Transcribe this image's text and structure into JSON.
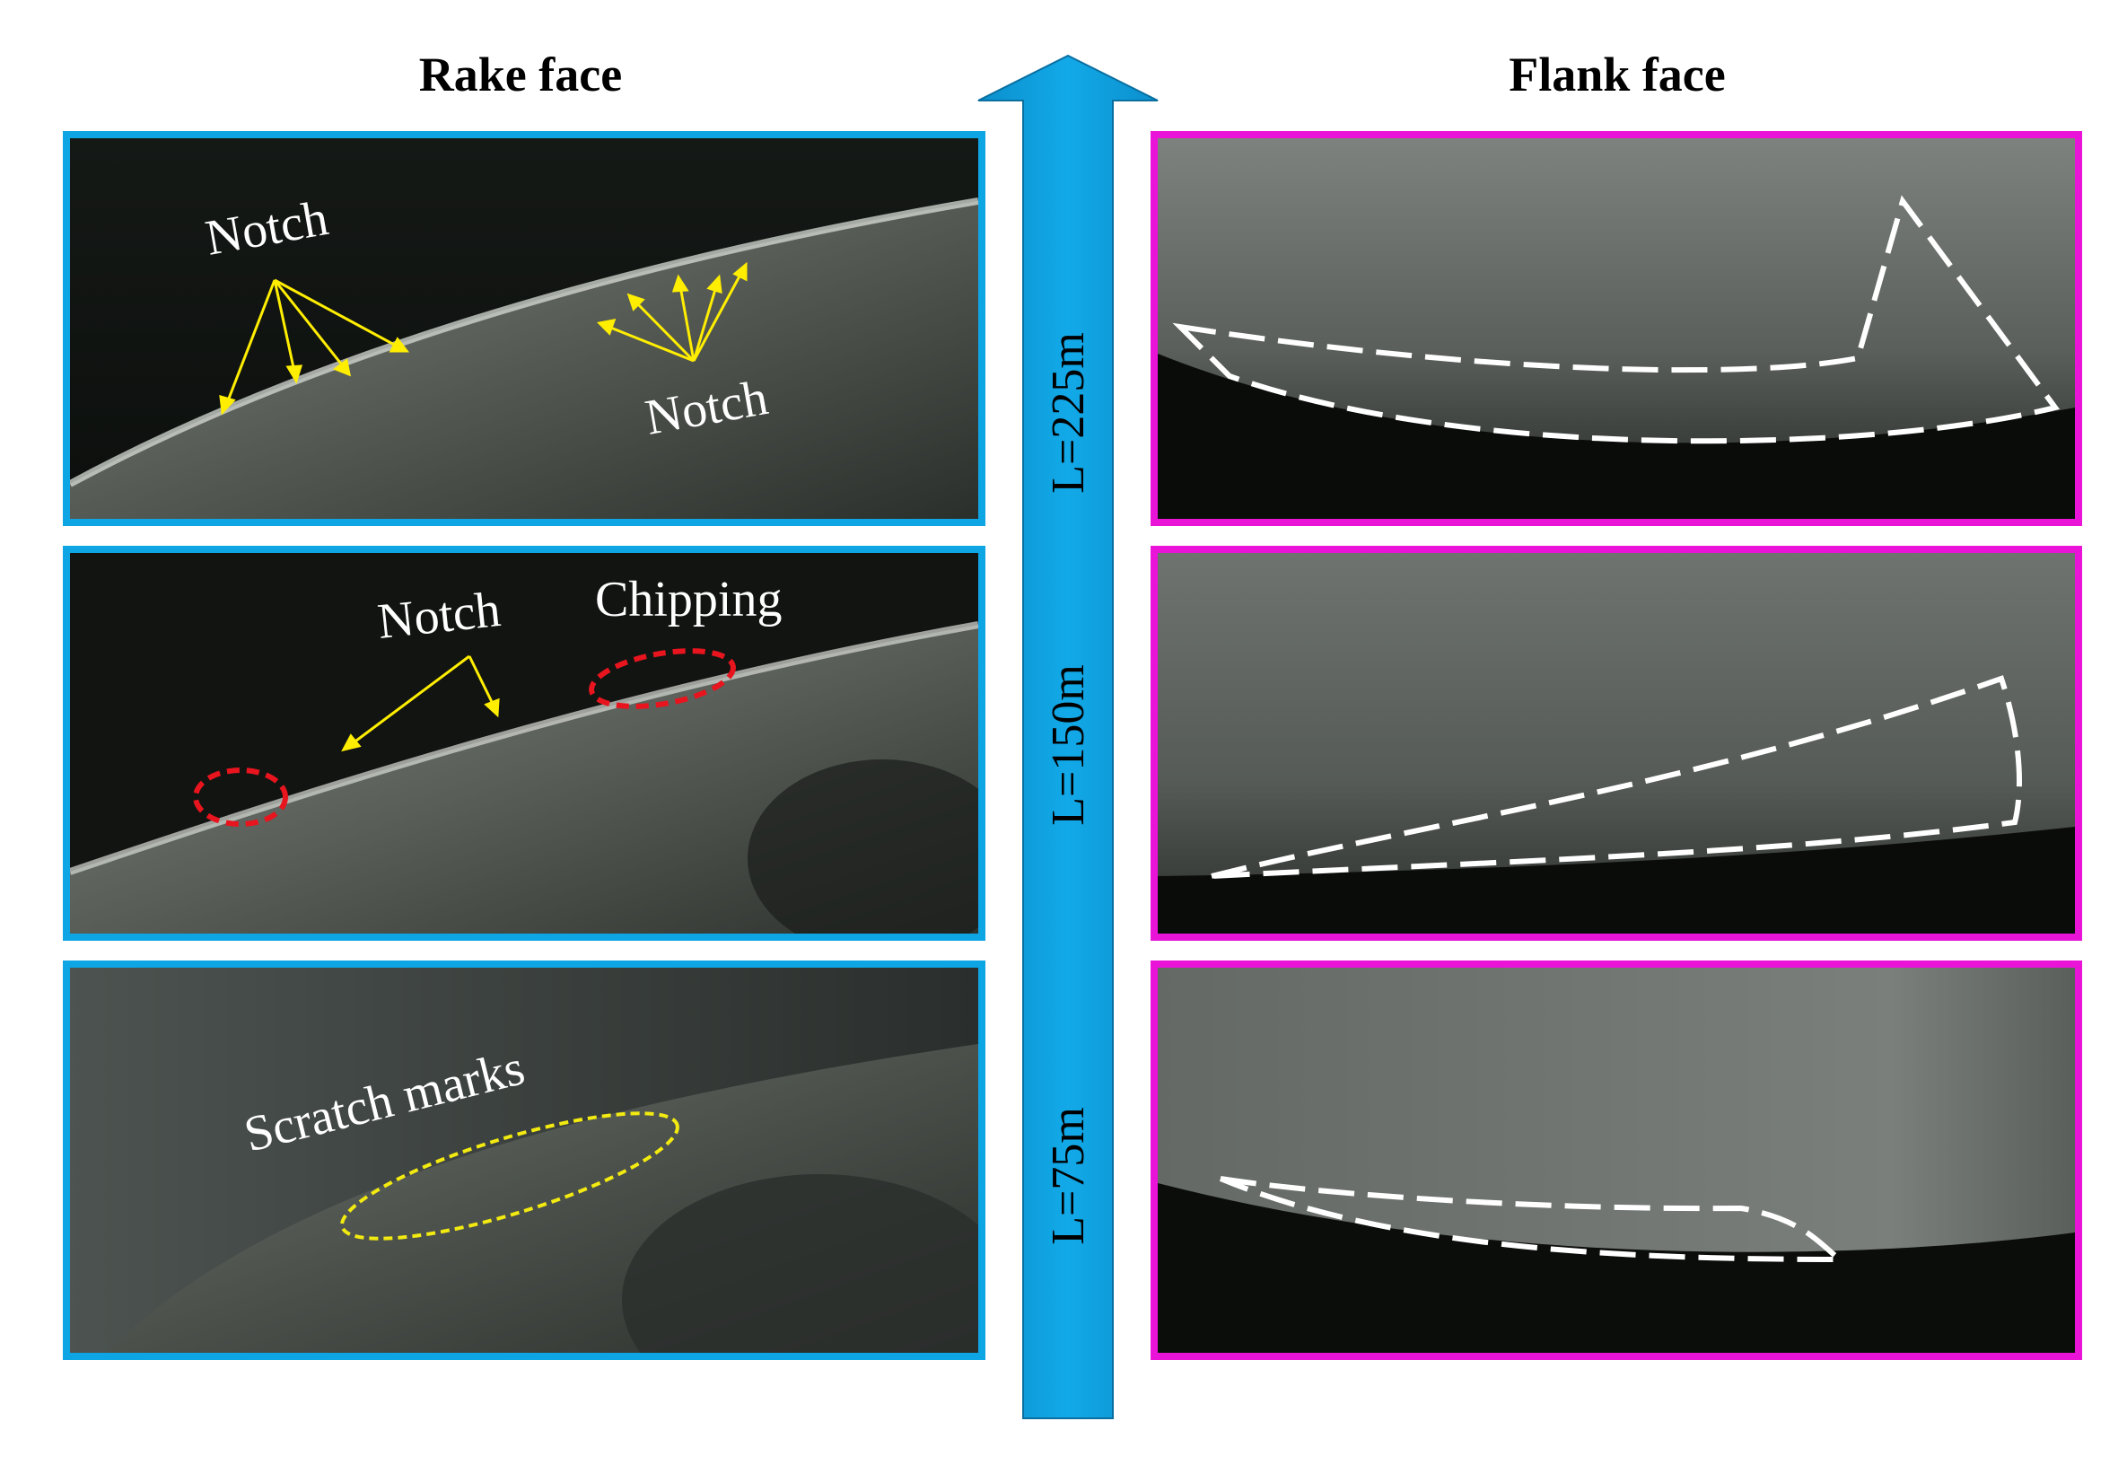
{
  "titles": {
    "rake": "Rake face",
    "flank": "Flank face"
  },
  "axis": {
    "labels": [
      "L=225m",
      "L=150m",
      "L=75m"
    ],
    "arrow_color": "#0ea5e4"
  },
  "rake_panels": [
    {
      "distance": "L=225m",
      "labels": [
        "Notch",
        "Notch"
      ]
    },
    {
      "distance": "L=150m",
      "labels": [
        "Notch",
        "Chipping"
      ]
    },
    {
      "distance": "L=75m",
      "labels": [
        "Scratch marks"
      ]
    }
  ],
  "colors": {
    "rake_border": "#0ea5e4",
    "flank_border": "#ea14d8",
    "notch_arrow": "#ffee00",
    "chipping_ellipse": "#e8141e",
    "scratch_ellipse": "#f2ea10",
    "wear_outline": "#ffffff"
  }
}
